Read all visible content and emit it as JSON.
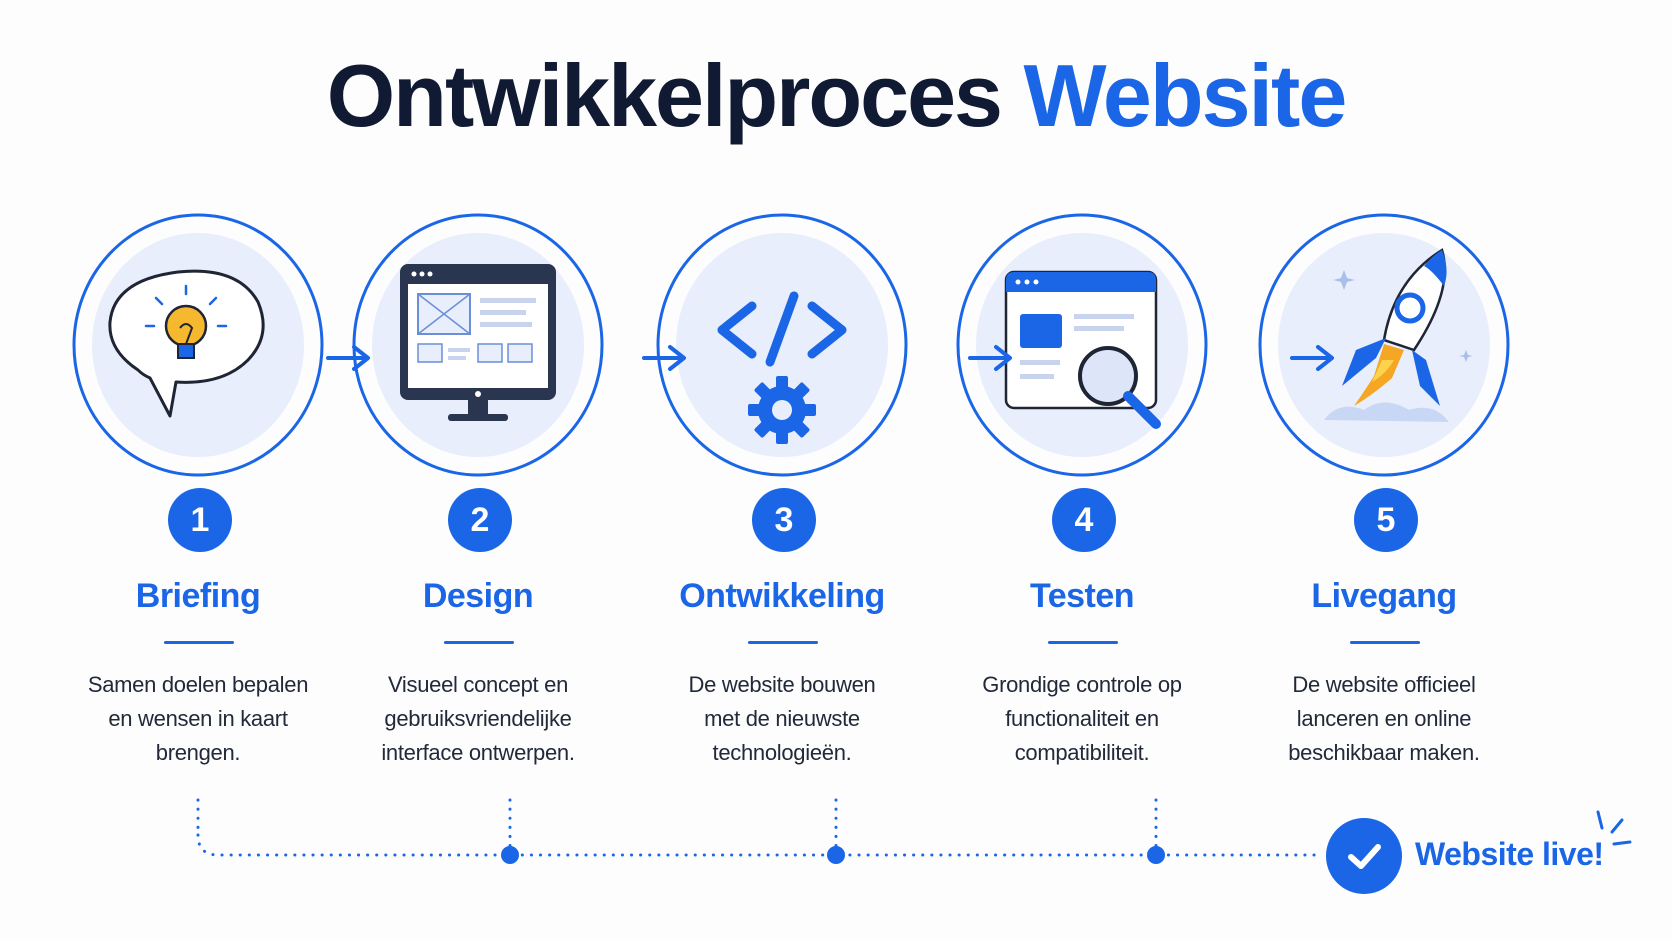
{
  "title": {
    "main": "Ontwikkelproces",
    "accent": "Website"
  },
  "steps": [
    {
      "number": "1",
      "title": "Briefing",
      "desc": [
        "Samen doelen bepalen",
        "en wensen in kaart",
        "brengen."
      ],
      "icon": "lightbulb-speech-bubble-icon"
    },
    {
      "number": "2",
      "title": "Design",
      "desc": [
        "Visueel concept en",
        "gebruiksvriendelijke",
        "interface ontwerpen."
      ],
      "icon": "monitor-wireframe-icon"
    },
    {
      "number": "3",
      "title": "Ontwikkeling",
      "desc": [
        "De website bouwen",
        "met de nieuwste",
        "technologieën."
      ],
      "icon": "code-gear-icon"
    },
    {
      "number": "4",
      "title": "Testen",
      "desc": [
        "Grondige controle op",
        "functionaliteit en",
        "compatibiliteit."
      ],
      "icon": "browser-magnifier-icon"
    },
    {
      "number": "5",
      "title": "Livegang",
      "desc": [
        "De website officieel",
        "lanceren en online",
        "beschikbaar maken."
      ],
      "icon": "rocket-icon"
    }
  ],
  "live": {
    "label": "Website live!",
    "icon": "checkmark-icon"
  },
  "colors": {
    "accent": "#1a66e6",
    "dark": "#111a33",
    "light": "#e8eefb",
    "bulb": "#f5b82e"
  }
}
